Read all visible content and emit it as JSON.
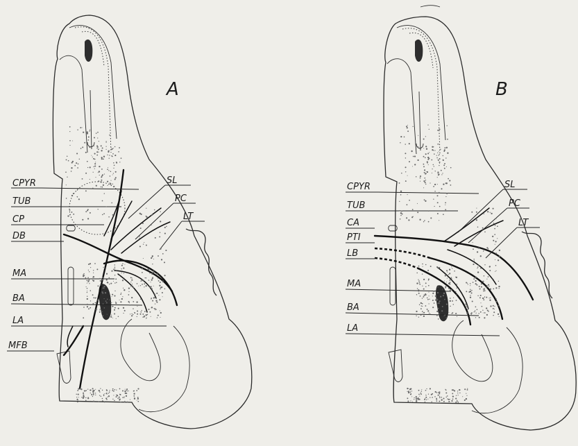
{
  "panels": [
    {
      "letter": "A",
      "labels": [
        "CPYR",
        "TUB",
        "CP",
        "DB",
        "MA",
        "BA",
        "LA",
        "MFB",
        "SL",
        "PC",
        "LT"
      ]
    },
    {
      "letter": "B",
      "labels": [
        "CPYR",
        "TUB",
        "CA",
        "PTI",
        "LB",
        "MA",
        "BA",
        "LA",
        "SL",
        "PC",
        "LT"
      ]
    }
  ]
}
